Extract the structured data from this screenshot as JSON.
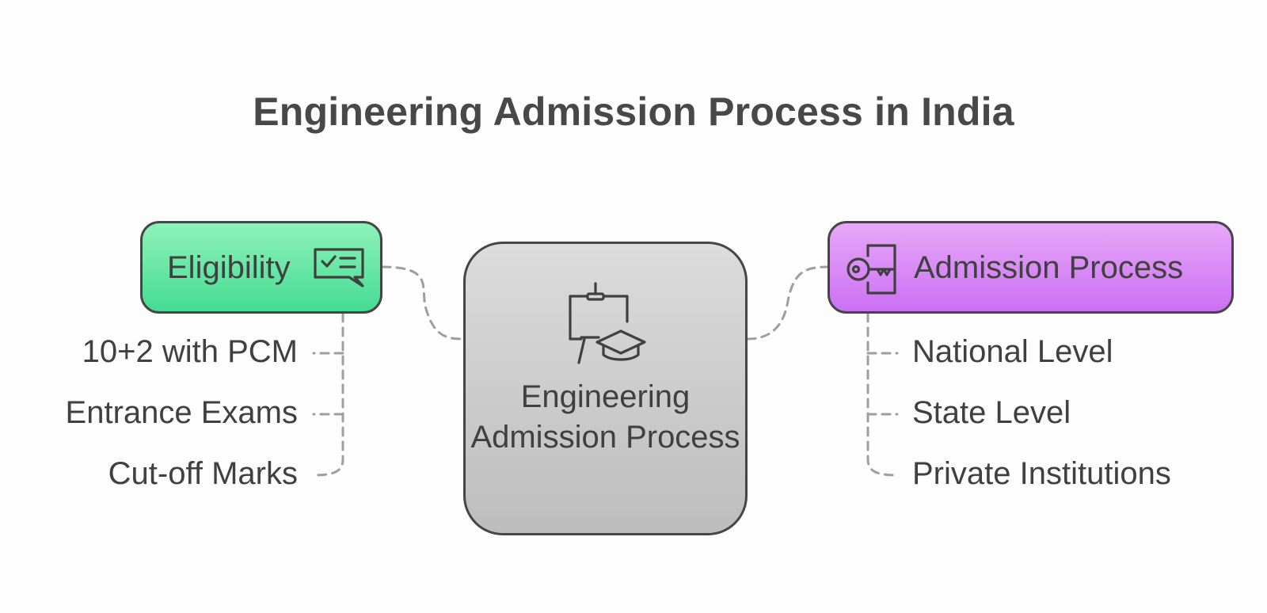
{
  "title": "Engineering Admission Process in India",
  "center": {
    "label": "Engineering Admission Process",
    "icon": "presentation-graduation-cap-icon"
  },
  "branches": [
    {
      "label": "Eligibility",
      "icon": "checklist-chat-icon",
      "color": "#5ee3a0",
      "items": [
        "10+2 with PCM",
        "Entrance Exams",
        "Cut-off Marks"
      ]
    },
    {
      "label": "Admission Process",
      "icon": "key-door-icon",
      "color": "#d98cf6",
      "items": [
        "National Level",
        "State Level",
        "Private Institutions"
      ]
    }
  ]
}
